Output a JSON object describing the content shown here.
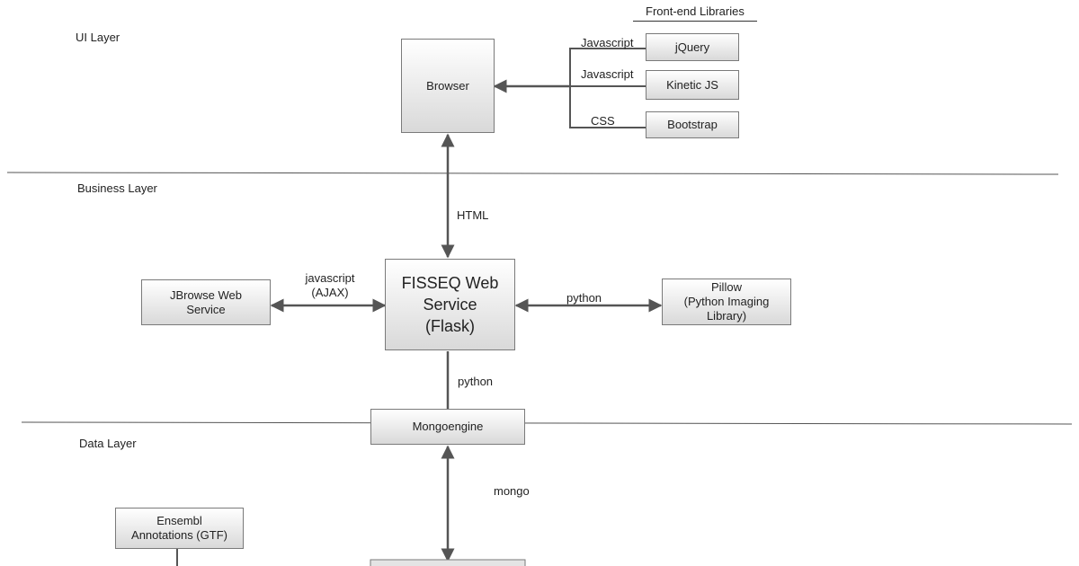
{
  "layers": {
    "ui": "UI Layer",
    "business": "Business Layer",
    "data": "Data Layer"
  },
  "frontend_libraries": {
    "title": "Front-end Libraries",
    "items": [
      {
        "label": "jQuery",
        "link": "Javascript"
      },
      {
        "label": "Kinetic JS",
        "link": "Javascript"
      },
      {
        "label": "Bootstrap",
        "link": "CSS"
      }
    ]
  },
  "nodes": {
    "browser": "Browser",
    "fisseq": "FISSEQ Web\nService\n(Flask)",
    "jbrowse": "JBrowse Web\nService",
    "pillow": "Pillow\n(Python Imaging\nLibrary)",
    "mongoengine": "Mongoengine",
    "ensembl": "Ensembl\nAnnotations (GTF)"
  },
  "edges": {
    "browser_fisseq": "HTML",
    "jbrowse_fisseq": "javascript\n(AJAX)",
    "fisseq_pillow": "python",
    "fisseq_mongoengine": "python",
    "mongoengine_db": "mongo"
  },
  "colors": {
    "line": "#555555",
    "box_border": "#7a7a7a",
    "box_fill_top": "#ffffff",
    "box_fill_bottom": "#d9d9d9"
  }
}
